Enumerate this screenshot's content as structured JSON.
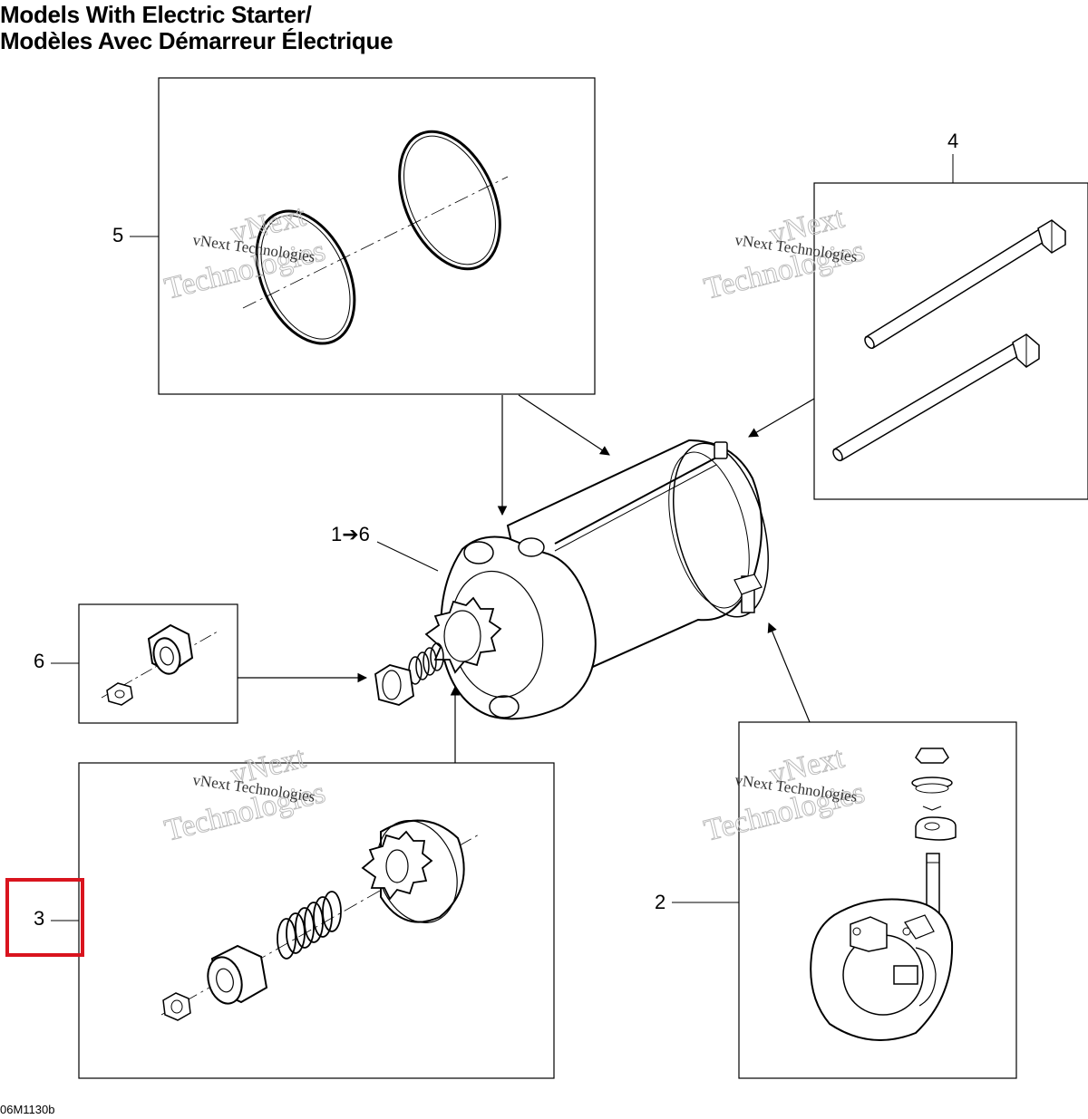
{
  "title": {
    "line1": "Models With Electric Starter/",
    "line2": "Modèles Avec Démarreur Électrique"
  },
  "callouts": {
    "assembly": "1➔6",
    "part2": "2",
    "part3": "3",
    "part4": "4",
    "part5": "5",
    "part6": "6"
  },
  "watermark": {
    "line1": "vNext Technologies",
    "line2": "vNext",
    "line3": "Technologies"
  },
  "figure_ref": "06M1130b",
  "colors": {
    "line": "#000000",
    "highlight": "#d9141e",
    "watermark": "#bdbdbd"
  }
}
